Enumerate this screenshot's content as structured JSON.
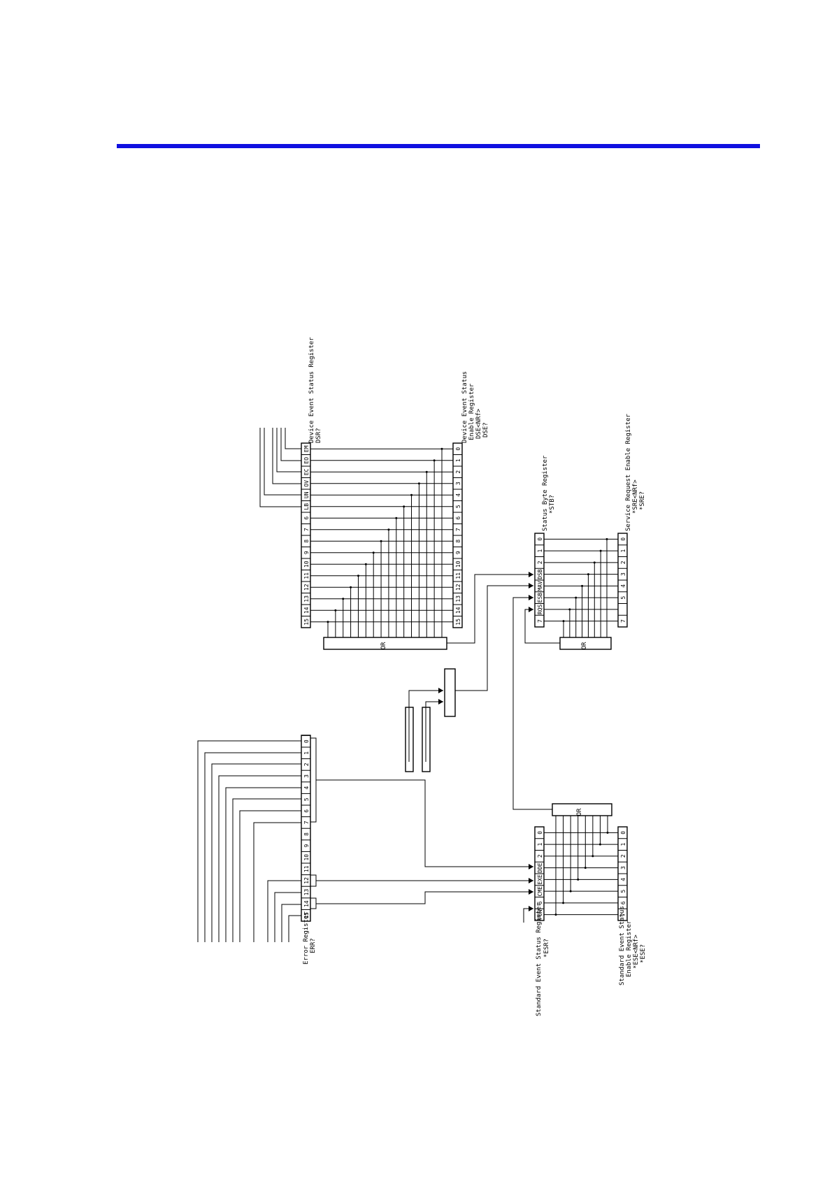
{
  "colors": {
    "header_rule": "#1010e0"
  },
  "registers": {
    "dev_status": {
      "name": "Device Event Status Register",
      "query": "DSR?",
      "cells": [
        "15",
        "14",
        "13",
        "12",
        "11",
        "10",
        "9",
        "8",
        "7",
        "6",
        "LB",
        "UN",
        "OV",
        "EC",
        "EO",
        "EM"
      ]
    },
    "dev_enable": {
      "name": "Device Event Status",
      "name2": "Enable Register",
      "cmd": "DSE<NRf>",
      "query": "DSE?",
      "cells": [
        "15",
        "14",
        "13",
        "12",
        "11",
        "10",
        "9",
        "8",
        "7",
        "6",
        "5",
        "4",
        "3",
        "2",
        "1",
        "0"
      ]
    },
    "status_byte": {
      "name": "Status Byte Register",
      "query": "*STB?",
      "cells": [
        "7",
        "RQS",
        "ESB",
        "MAV",
        "DSB",
        "2",
        "1",
        "0"
      ]
    },
    "srq_enable": {
      "name": "Service Request Enable Register",
      "cmd": "*SRE<NRf>",
      "query": "*SRE?",
      "cells": [
        "7",
        "",
        "5",
        "4",
        "3",
        "2",
        "1",
        "0"
      ]
    },
    "error": {
      "name": "Error Register",
      "query": "ERR?",
      "cells": [
        "15",
        "14",
        "13",
        "12",
        "11",
        "10",
        "9",
        "8",
        "7",
        "6",
        "5",
        "4",
        "3",
        "2",
        "1",
        "0"
      ]
    },
    "std_status": {
      "name": "Standard Event Status Register",
      "query": "*ESR?",
      "cells": [
        "PON",
        "6",
        "CME",
        "EXE",
        "DDE",
        "2",
        "1",
        "0"
      ]
    },
    "std_enable": {
      "name": "Standard Event Status",
      "name2": "Enable Register",
      "cmd": "*ESE<NRf>",
      "query": "*ESE?",
      "cells": [
        "7",
        "6",
        "5",
        "4",
        "3",
        "2",
        "1",
        "0"
      ]
    }
  },
  "gates": {
    "or_label": "OR"
  }
}
